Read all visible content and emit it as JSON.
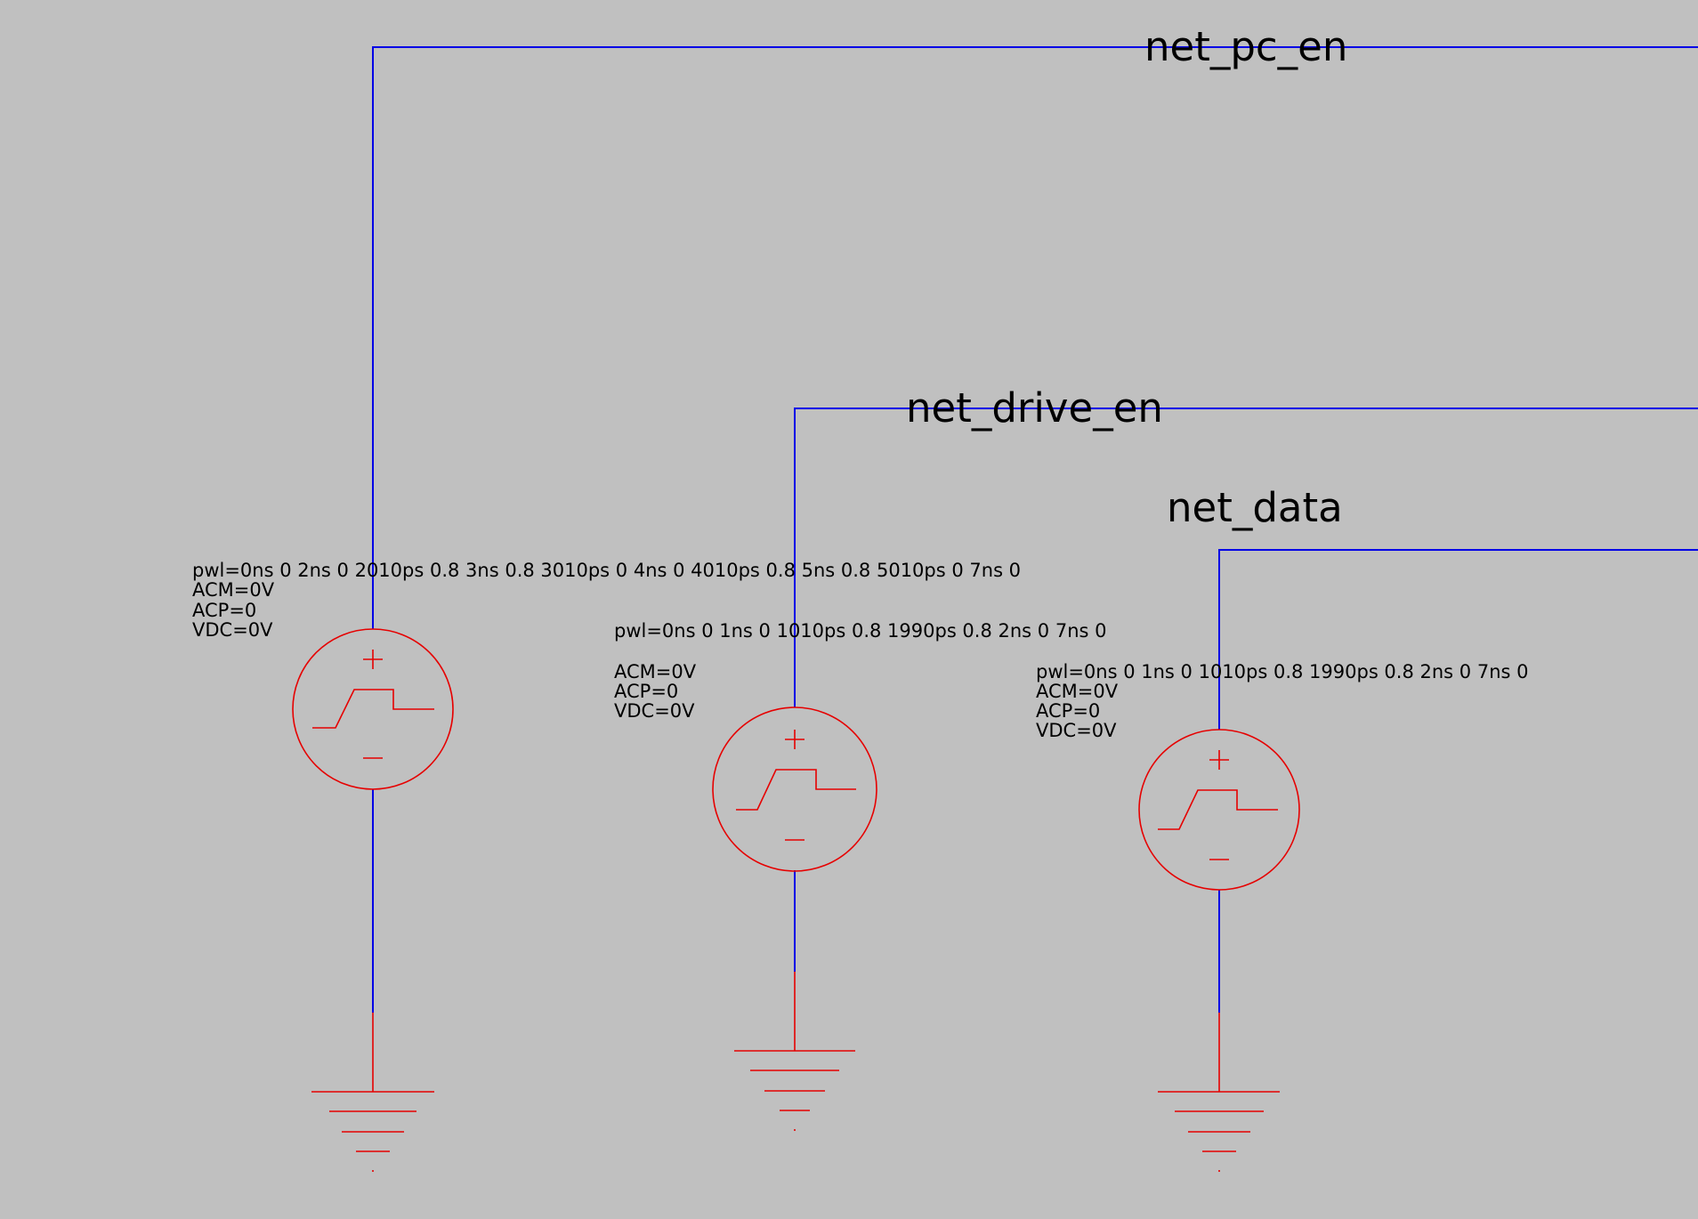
{
  "nets": {
    "pc_en": "net_pc_en",
    "drive_en": "net_drive_en",
    "data": "net_data"
  },
  "sources": [
    {
      "pwl": "pwl=0ns 0 2ns 0 2010ps 0.8 3ns 0.8 3010ps 0 4ns 0 4010ps 0.8 5ns 0.8 5010ps 0 7ns 0",
      "acm": "ACM=0V",
      "acp": "ACP=0",
      "vdc": "VDC=0V"
    },
    {
      "pwl": "pwl=0ns 0 1ns 0 1010ps 0.8 1990ps 0.8 2ns 0 7ns 0",
      "acm": "ACM=0V",
      "acp": "ACP=0",
      "vdc": "VDC=0V"
    },
    {
      "pwl": "pwl=0ns 0 1ns 0 1010ps 0.8 1990ps 0.8 2ns 0 7ns 0",
      "acm": "ACM=0V",
      "acp": "ACP=0",
      "vdc": "VDC=0V"
    }
  ],
  "colors": {
    "background": "#c0c0c0",
    "wire": "#0000e6",
    "symbol": "#e60000",
    "text": "#000000"
  }
}
